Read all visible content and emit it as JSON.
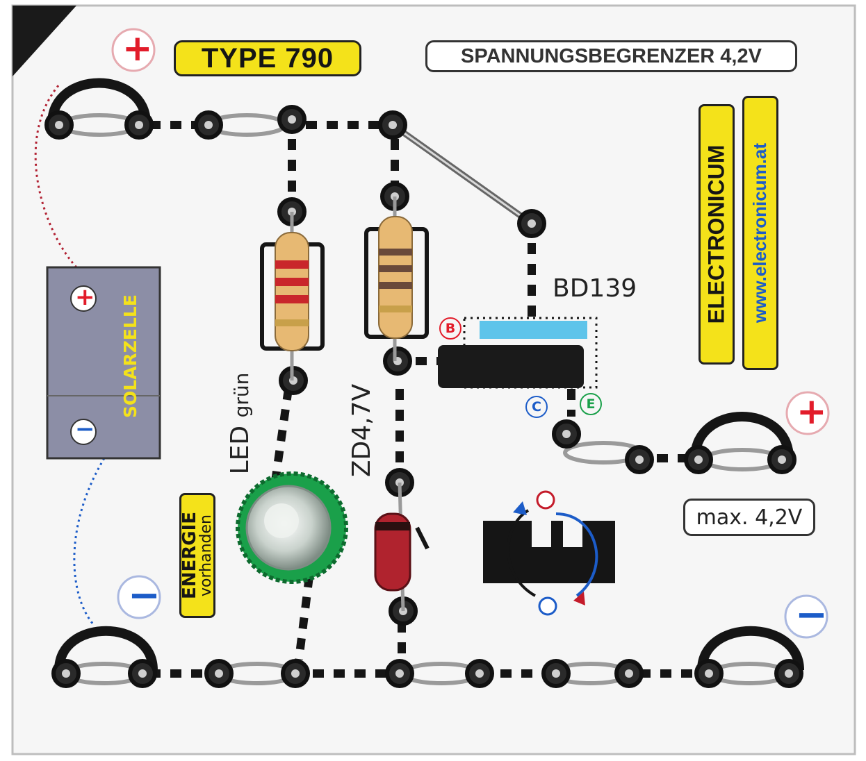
{
  "board": {
    "type_label": "TYPE 790",
    "title": "SPANNUNGSBEGRENZER 4,2V",
    "brand": "ELECTRONICUM",
    "website": "www.electronicum.at",
    "transistor": "BD139",
    "pin_b": "B",
    "pin_c": "C",
    "pin_e": "E",
    "zener": "ZD4,7V",
    "led_label": "LED",
    "led_color_word": "grün",
    "energy_line1": "ENERGIE",
    "energy_line2": "vorhanden",
    "solar": "SOLARZELLE",
    "max_label": "max. 4,2V",
    "plus_symbol": "+",
    "minus_symbol": "−"
  },
  "colors": {
    "card": "#f6f6f6",
    "ink": "#151515",
    "yellow": "#f4e21a",
    "red": "#e21c2a",
    "blue": "#1c5cc8",
    "solar": "#8c8ea6",
    "transistor_pad": "#5ec4ea",
    "green": "#1aa04a"
  }
}
